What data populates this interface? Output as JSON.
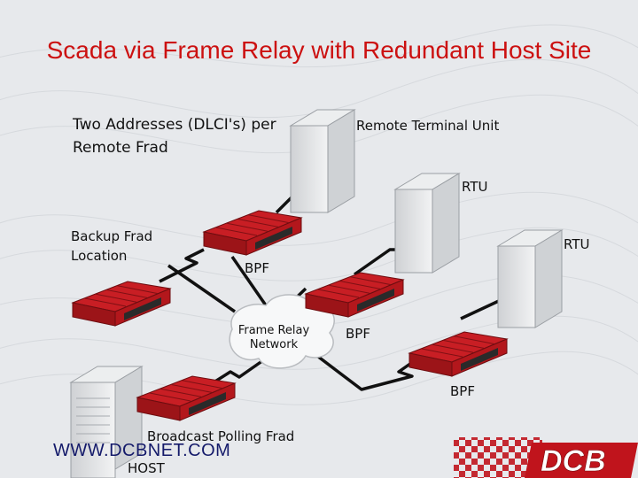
{
  "title": "Scada via Frame Relay with Redundant Host Site",
  "labels": {
    "addresses": "Two Addresses (DLCI's) per Remote Frad",
    "rtu_main": "Remote Terminal Unit",
    "rtu_1": "RTU",
    "rtu_2": "RTU",
    "backup": "Backup Frad Location",
    "bpf_1": "BPF",
    "bpf_2": "BPF",
    "bpf_3": "BPF",
    "network": "Frame Relay Network",
    "polling": "Broadcast Polling Frad",
    "host": "HOST"
  },
  "footer": {
    "url": "WWW.DCBNET.COM"
  },
  "logo": {
    "text": "DCB"
  },
  "colors": {
    "title": "#cc1111",
    "frad_red": "#c81e24",
    "link_black": "#111111",
    "footer_blue": "#141a6a",
    "logo_red": "#c0141c"
  }
}
